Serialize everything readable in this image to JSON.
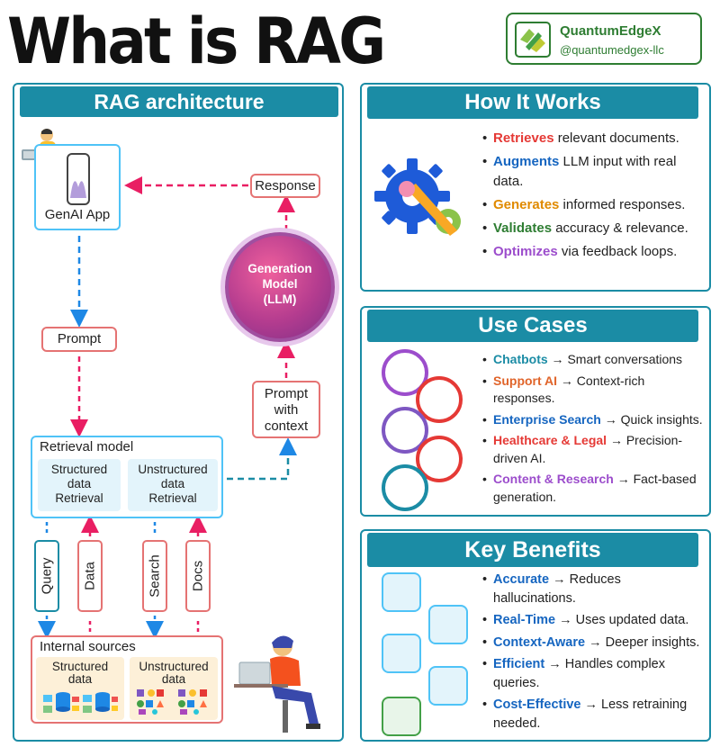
{
  "title": "What is RAG",
  "brand": {
    "name": "QuantumEdgeX",
    "handle": "@quantumedgex-llc",
    "color": "#2e7d32"
  },
  "architecture": {
    "banner": "RAG architecture",
    "genai_app": "GenAI App",
    "response": "Response",
    "prompt": "Prompt",
    "generation_model": [
      "Generation",
      "Model",
      "(LLM)"
    ],
    "prompt_with_context": [
      "Prompt",
      "with",
      "context"
    ],
    "retrieval_model": "Retrieval model",
    "structured_retrieval": [
      "Structured",
      "data",
      "Retrieval"
    ],
    "unstructured_retrieval": [
      "Unstructured",
      "data",
      "Retrieval"
    ],
    "query": "Query",
    "data": "Data",
    "search": "Search",
    "docs": "Docs",
    "internal_sources": "Internal sources",
    "structured_data": [
      "Structured",
      "data"
    ],
    "unstructured_data": [
      "Unstructured",
      "data"
    ]
  },
  "how_it_works": {
    "banner": "How It Works",
    "items": [
      {
        "key": "Retrieves",
        "text": " relevant documents.",
        "color": "#e53935"
      },
      {
        "key": "Augments",
        "text": " LLM input with real data.",
        "color": "#1565c0"
      },
      {
        "key": "Generates",
        "text": " informed responses.",
        "color": "#e08a00"
      },
      {
        "key": "Validates",
        "text": " accuracy & relevance.",
        "color": "#2e7d32"
      },
      {
        "key": "Optimizes",
        "text": " via feedback loops.",
        "color": "#9c4dcc"
      }
    ]
  },
  "use_cases": {
    "banner": "Use Cases",
    "items": [
      {
        "key": "Chatbots",
        "text": " → Smart conversations",
        "color": "#1b8ca5"
      },
      {
        "key": "Support AI",
        "text": " → Context-rich responses.",
        "color": "#e0642a"
      },
      {
        "key": "Enterprise Search",
        "text": " → Quick insights.",
        "color": "#1565c0"
      },
      {
        "key": "Healthcare & Legal",
        "text": " → Precision-driven AI.",
        "color": "#e53935"
      },
      {
        "key": "Content & Research",
        "text": " → Fact-based generation.",
        "color": "#9c4dcc"
      }
    ]
  },
  "key_benefits": {
    "banner": "Key Benefits",
    "items": [
      {
        "key": "Accurate",
        "text": " → Reduces hallucinations.",
        "color": "#1565c0"
      },
      {
        "key": "Real-Time",
        "text": " → Uses updated data.",
        "color": "#1565c0"
      },
      {
        "key": "Context-Aware",
        "text": " → Deeper insights.",
        "color": "#1565c0"
      },
      {
        "key": "Efficient",
        "text": " → Handles complex queries.",
        "color": "#1565c0"
      },
      {
        "key": "Cost-Effective",
        "text": " → Less retraining needed.",
        "color": "#1565c0"
      }
    ]
  },
  "colors": {
    "teal": "#1b8ca5",
    "red_border": "#e57373",
    "pink_arrow": "#e91e63",
    "blue_arrow": "#1e88e5"
  }
}
